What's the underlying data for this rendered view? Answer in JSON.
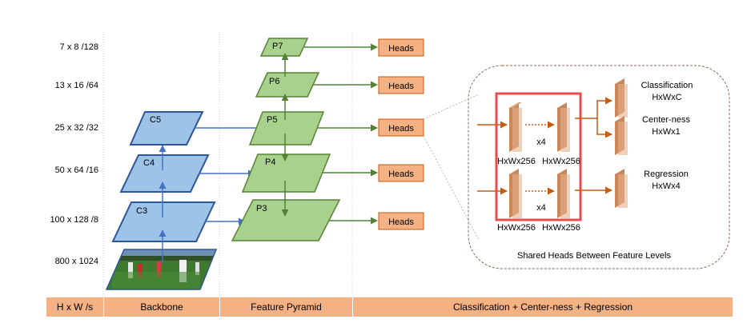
{
  "scales": [
    "7 x 8 /128",
    "13 x 16 /64",
    "25 x 32 /32",
    "50 x 64 /16",
    "100 x 128 /8",
    "800 x 1024"
  ],
  "backbone_levels": [
    "C5",
    "C4",
    "C3"
  ],
  "pyramid_levels": [
    "P7",
    "P6",
    "P5",
    "P4",
    "P3"
  ],
  "heads_label": "Heads",
  "detail": {
    "x4_label": "x4",
    "feature_labels": [
      "HxWx256",
      "HxWx256",
      "HxWx256",
      "HxWx256"
    ],
    "outputs": [
      {
        "name": "Classification",
        "shape": "HxWxC"
      },
      {
        "name": "Center-ness",
        "shape": "HxWx1"
      },
      {
        "name": "Regression",
        "shape": "HxWx4"
      }
    ],
    "caption": "Shared Heads Between Feature Levels"
  },
  "bottom_bar": {
    "col1": "H x W /s",
    "col2": "Backbone",
    "col3": "Feature Pyramid",
    "col4": "Classification + Center-ness + Regression"
  },
  "colors": {
    "backbone_fill": "#9dc3e6",
    "backbone_stroke": "#2f5597",
    "pyramid_fill": "#a9d18e",
    "pyramid_stroke": "#548235",
    "heads_fill": "#f4b183",
    "heads_stroke": "#c55a11",
    "highlight": "#e84c4c"
  }
}
